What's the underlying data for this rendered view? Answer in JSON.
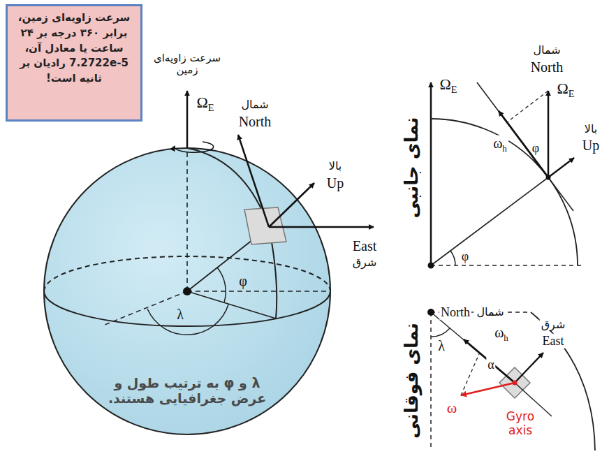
{
  "diagram": {
    "nodes": [
      {
        "text": [
          "سرعت زاویه‌ای زمین، برابر ۳۶۰ درجه بر ۲۴ ساعت یا معادل آن، 7.2722e-5 رادیان بر ثانیه است!"
        ]
      }
    ],
    "labels": [
      "سرعت زاویه‌ای زمین",
      "ΩE",
      "شمال",
      "North",
      "بالا",
      "Up",
      "East",
      "شرق",
      "φ",
      "λ",
      "λ و φ به ترتیب طول و عرض جغرافیایی هستند.",
      "نمای جانبی",
      "ΩE",
      "شمال",
      "North",
      "ωh",
      "φ",
      "ΩE",
      "Up",
      "بالا",
      "φ",
      "نمای فوقانی",
      "North",
      "شمال",
      "شرق",
      "East",
      "λ",
      "ωh",
      "α",
      "ω",
      "Gyro axis"
    ]
  }
}
